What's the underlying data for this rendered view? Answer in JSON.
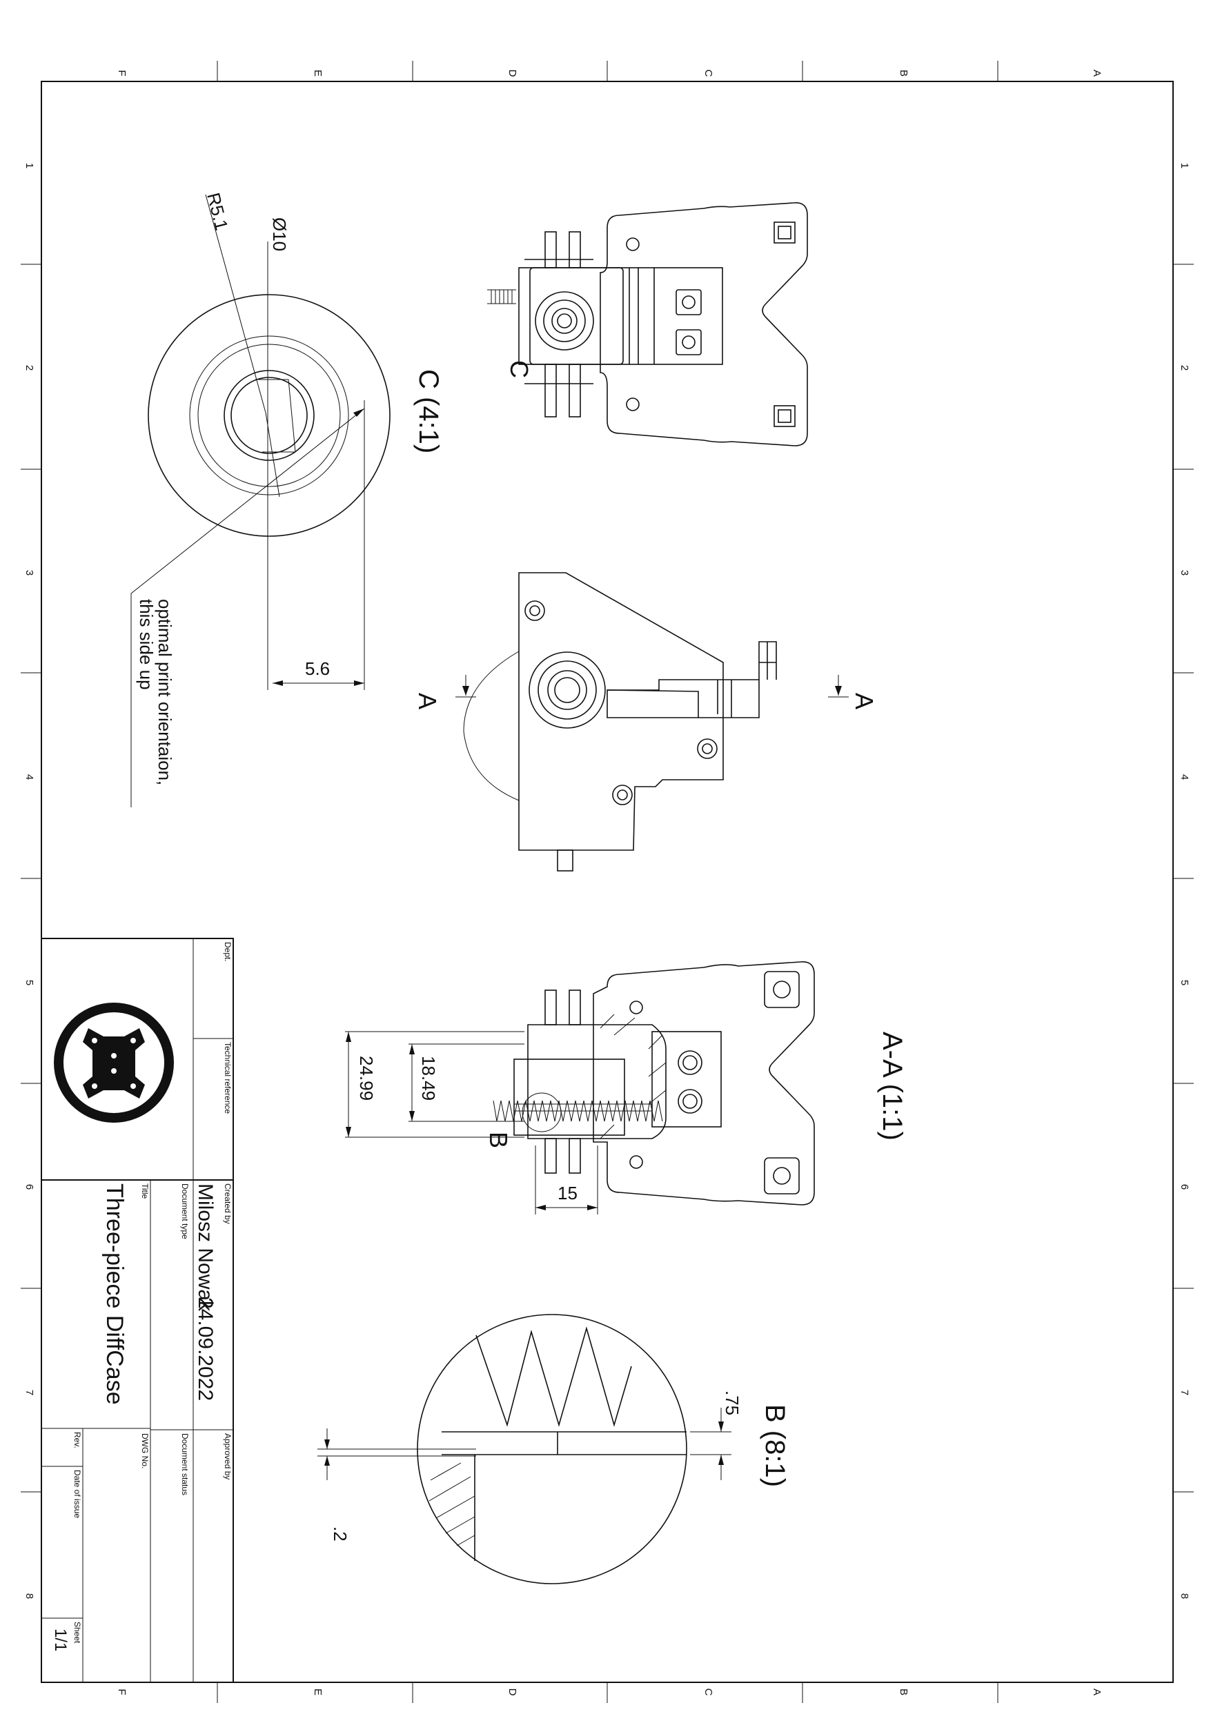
{
  "border": {
    "columns": [
      "F",
      "E",
      "D",
      "C",
      "B",
      "A"
    ],
    "rows": [
      "1",
      "2",
      "3",
      "4",
      "5",
      "6",
      "7",
      "8"
    ]
  },
  "views": {
    "detail_c": {
      "label": "C (4:1)",
      "dim_radius": "R5.1",
      "dim_diameter": "Ø10",
      "dim_width": "5.6",
      "note_line1": "optimal print orientaion,",
      "note_line2": "this side up"
    },
    "top_view": {
      "callout": "C"
    },
    "front_view": {
      "section_mark": "A"
    },
    "section_aa": {
      "label": "A-A (1:1)",
      "dim_outer": "24.99",
      "dim_inner": "18.49",
      "dim_width": "15",
      "callout": "B"
    },
    "detail_b": {
      "label": "B (8:1)",
      "dim_upper": ".75",
      "dim_lower": ".2"
    }
  },
  "title_block": {
    "dept_label": "Dept.",
    "tech_ref_label": "Technical reference",
    "created_by_label": "Created by",
    "created_by": "Milosz Nowak",
    "date": "24.09.2022",
    "approved_by_label": "Approved by",
    "doc_type_label": "Document type",
    "doc_status_label": "Document status",
    "title_label": "Title",
    "title": "Three-piece DiffCase",
    "dwg_no_label": "DWG No.",
    "rev_label": "Rev.",
    "date_of_issue_label": "Date of issue",
    "sheet_label": "Sheet",
    "sheet": "1/1"
  }
}
